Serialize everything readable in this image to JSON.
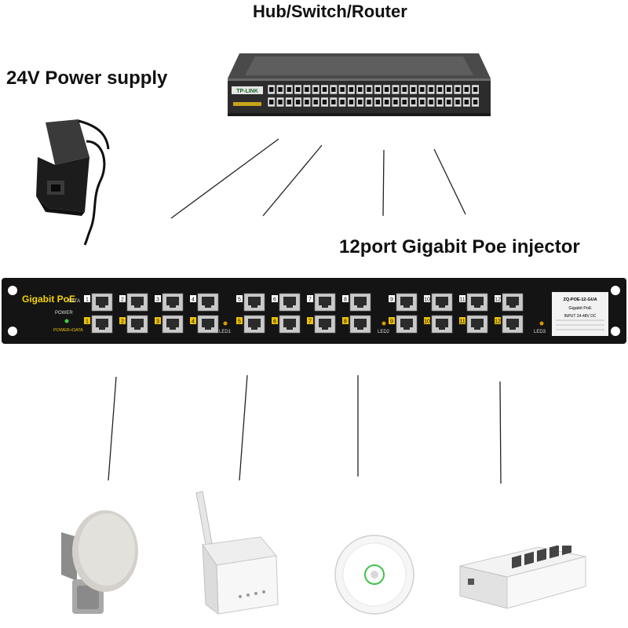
{
  "titles": {
    "hub": "Hub/Switch/Router",
    "power_supply": "24V Power supply",
    "injector": "12port Gigabit Poe injector"
  },
  "switch": {
    "brand": "TP-LINK"
  },
  "injector": {
    "brand": "Gigabit PoE",
    "data_label": "DATA",
    "power_label": "POWER",
    "power_data_label": "POWER+DATA",
    "led_labels": [
      "LED1",
      "LED2",
      "LED3"
    ],
    "port_numbers": [
      "1",
      "2",
      "3",
      "4",
      "5",
      "6",
      "7",
      "8",
      "9",
      "10",
      "11",
      "12"
    ],
    "model": "ZQ-POE-12-GUA",
    "product": "Gigabit PoE",
    "input": "INPUT 24-48V DC"
  },
  "devices": [
    "outdoor-cpe",
    "wifi-router",
    "ceiling-access-point",
    "poe-switch"
  ],
  "colors": {
    "port_badge": "#f0c400",
    "panel": "#141414"
  }
}
